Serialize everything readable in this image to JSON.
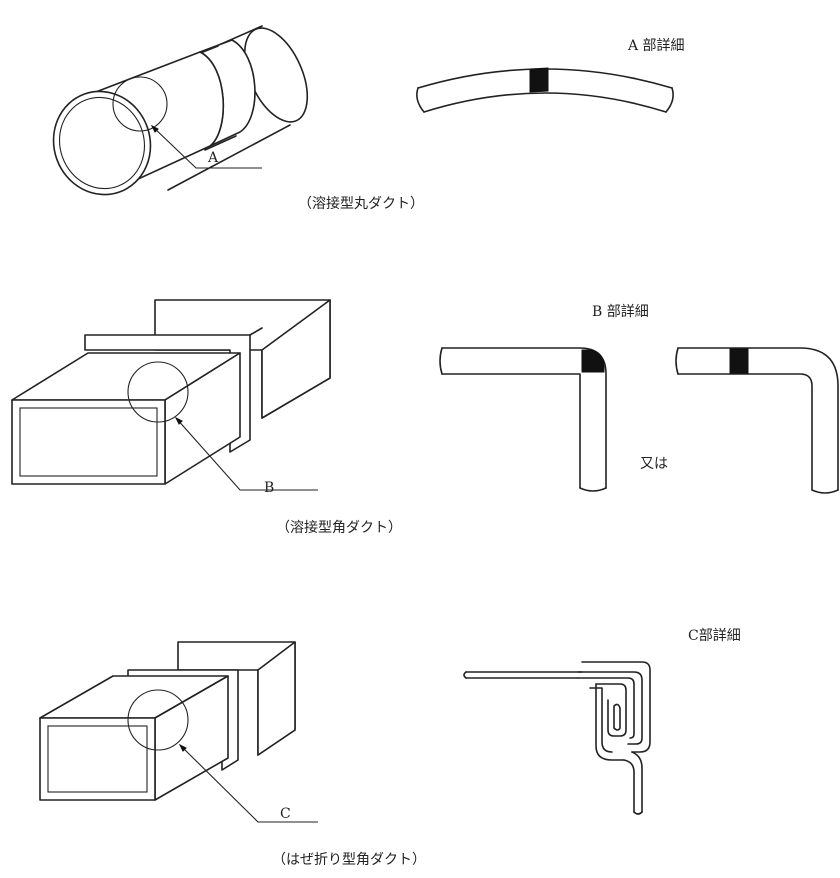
{
  "sections": [
    {
      "caption": "（溶接型丸ダクト）",
      "callout_letter": "A",
      "detail_title": "A 部詳細"
    },
    {
      "caption": "（溶接型角ダクト）",
      "callout_letter": "B",
      "detail_title": "B 部詳細",
      "alt_text": "又は"
    },
    {
      "caption": "（はぜ折り型角ダクト）",
      "callout_letter": "C",
      "detail_title": "C部詳細"
    }
  ]
}
